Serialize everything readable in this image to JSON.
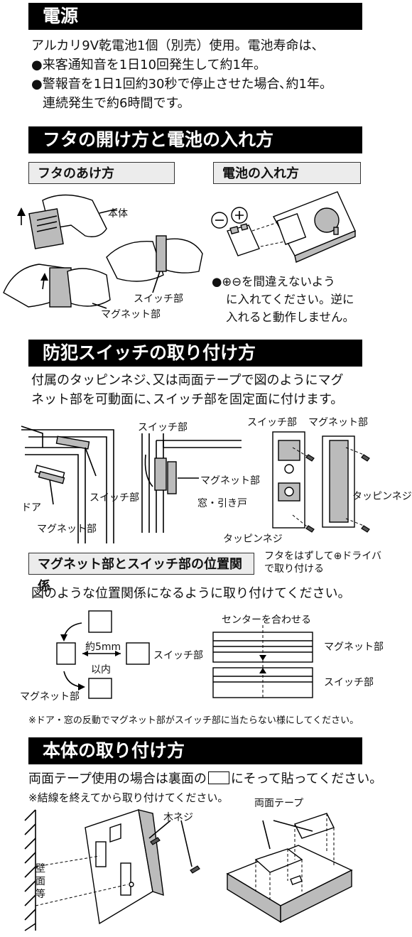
{
  "power": {
    "title": "電源",
    "line1": "アルカリ9V乾電池1個（別売）使用。電池寿命は、",
    "line2": "●来客通知音を1日10回発生して約1年。",
    "line3": "●警報音を1日1回約30秒で停止させた場合､約1年。",
    "line4": "連続発生で約6時間です。"
  },
  "lid": {
    "title": "フタの開け方と電池の入れ方",
    "open_title": "フタのあけ方",
    "battery_title": "電池の入れ方",
    "label_body": "本体",
    "label_switch": "スイッチ部",
    "label_magnet": "マグネット部",
    "polarity": "⊖⊕",
    "note1": "●⊕⊖を間違えないよう",
    "note2": "に入れてください。逆に",
    "note3": "入れると動作しません。"
  },
  "mount_switch": {
    "title": "防犯スイッチの取り付け方",
    "line1": "付属のタッピンネジ､又は両面テープで図のようにマグ",
    "line2": "ネット部を可動面に､スイッチ部を固定面に付けます。",
    "label_door": "ドア",
    "label_magnet_a": "マグネット部",
    "label_switch_a": "スイッチ部",
    "label_switch_b": "スイッチ部",
    "label_magnet_b": "マグネット部",
    "label_window": "窓・引き戸",
    "label_switch_c": "スイッチ部",
    "label_magnet_c": "マグネット部",
    "label_screw_right": "タッピンネジ",
    "label_screw_bottom": "タッピンネジ",
    "note_driver1": "フタをはずして⊕ドライバ",
    "note_driver2": "で取り付ける"
  },
  "position": {
    "title": "マグネット部とスイッチ部の位置関係",
    "instruction": "図のような位置関係になるように取り付けてください。",
    "distance1": "約5mm",
    "distance2": "以内",
    "label_switch": "スイッチ部",
    "label_magnet": "マグネット部",
    "center_label": "センターを合わせる",
    "right_magnet": "マグネット部",
    "right_switch": "スイッチ部",
    "caution": "※ドア・窓の反動でマグネット部がスイッチ部に当たらない様にしてください。"
  },
  "mount_body": {
    "title": "本体の取り付け方",
    "line1a": "両面テープ使用の場合は裏面の",
    "line1b": "にそって貼ってください。",
    "line2": "※結線を終えてから取り付けてください。",
    "label_wood_screw": "木ネジ",
    "label_tape": "両面テープ",
    "label_wall1": "壁",
    "label_wall2": "面",
    "label_wall3": "等"
  }
}
